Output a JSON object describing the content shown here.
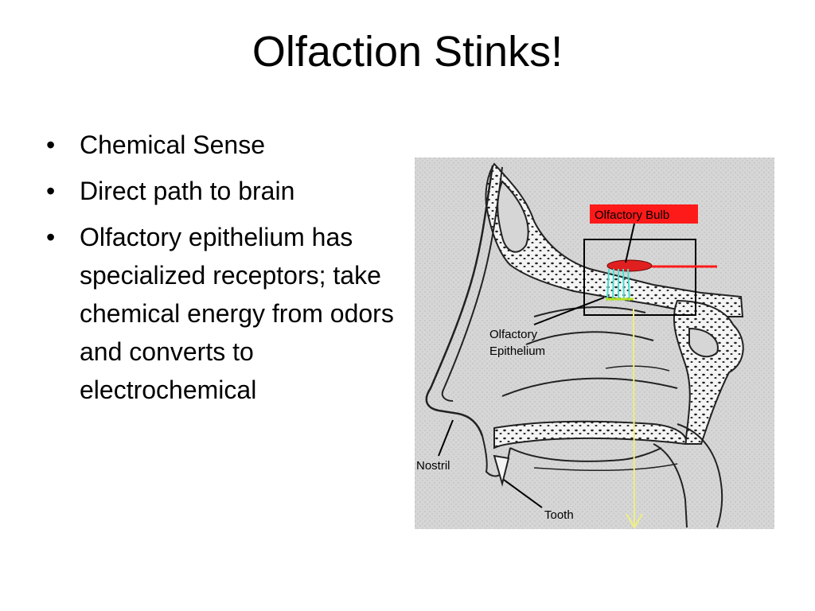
{
  "slide": {
    "title": "Olfaction Stinks!",
    "bullets": [
      "Chemical Sense",
      "Direct path to brain",
      "Olfactory epithelium has specialized receptors; take chemical energy from odors and converts to electrochemical"
    ]
  },
  "diagram": {
    "labels": {
      "olfactory_bulb": "Olfactory Bulb",
      "epithelium_line1": "Olfactory",
      "epithelium_line2": "Epithelium",
      "nostril": "Nostril",
      "tooth": "Tooth"
    },
    "colors": {
      "background": "#d4d4d4",
      "bulb_label_bg": "#ff1a1a",
      "bulb": "#e02020",
      "receptors": "#40e0d0",
      "arrow": "#f0f080"
    }
  }
}
